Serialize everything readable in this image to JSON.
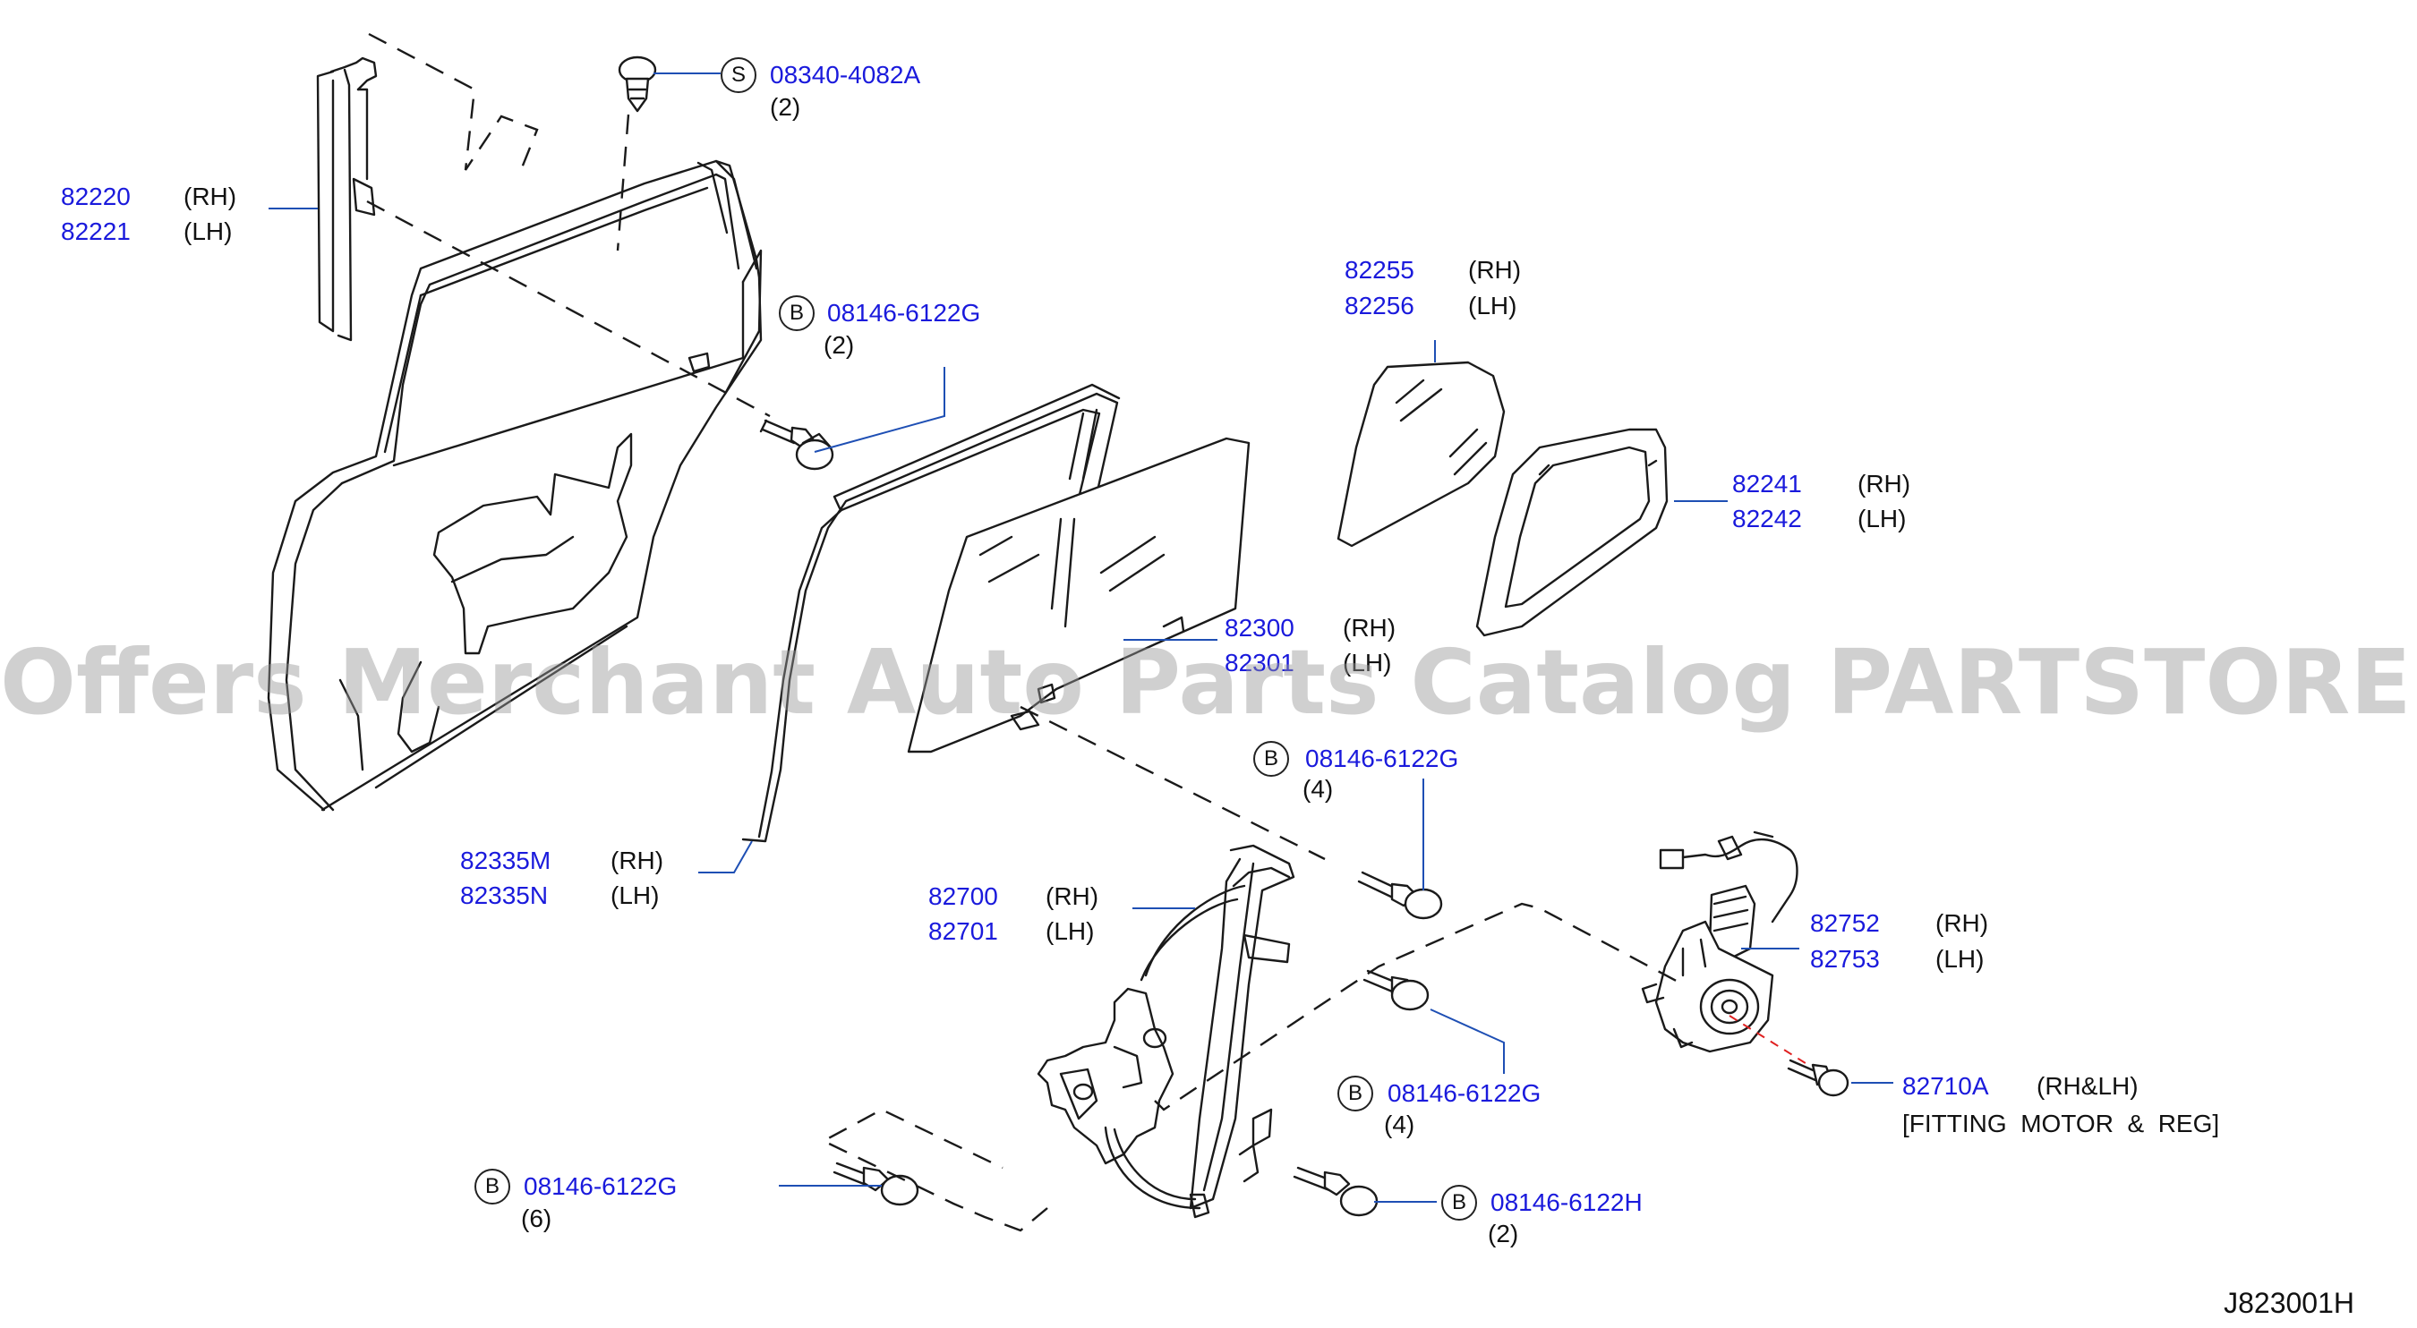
{
  "parts": {
    "p08340": {
      "code": "S",
      "number": "08340-4082A",
      "qty": "(2)"
    },
    "p82220": {
      "rh": "82220",
      "rh_side": "(RH)",
      "lh": "82221",
      "lh_side": "(LH)"
    },
    "p08146a": {
      "code": "B",
      "number": "08146-6122G",
      "qty": "(2)"
    },
    "p82255": {
      "rh": "82255",
      "rh_side": "(RH)",
      "lh": "82256",
      "lh_side": "(LH)"
    },
    "p82241": {
      "rh": "82241",
      "rh_side": "(RH)",
      "lh": "82242",
      "lh_side": "(LH)"
    },
    "p82300": {
      "rh": "82300",
      "rh_side": "(RH)",
      "lh": "82301",
      "lh_side": "(LH)"
    },
    "p08146b": {
      "code": "B",
      "number": "08146-6122G",
      "qty": "(4)"
    },
    "p82335": {
      "rh": "82335M",
      "rh_side": "(RH)",
      "lh": "82335N",
      "lh_side": "(LH)"
    },
    "p82700": {
      "rh": "82700",
      "rh_side": "(RH)",
      "lh": "82701",
      "lh_side": "(LH)"
    },
    "p82752": {
      "rh": "82752",
      "rh_side": "(RH)",
      "lh": "82753",
      "lh_side": "(LH)"
    },
    "p08146c": {
      "code": "B",
      "number": "08146-6122G",
      "qty": "(4)"
    },
    "p82710": {
      "number": "82710A",
      "side": "(RH&LH)",
      "note": "[FITTING  MOTOR  &  REG]"
    },
    "p08146d": {
      "code": "B",
      "number": "08146-6122G",
      "qty": "(6)"
    },
    "p08146h": {
      "code": "B",
      "number": "08146-6122H",
      "qty": "(2)"
    }
  },
  "watermark": "Offers Merchant Auto Parts Catalog PARTSTORE.SA",
  "diagram_code": "J823001H",
  "colors": {
    "part_number": "#1a1adc",
    "leader": "#1e4fb4",
    "line": "#1a1a1a",
    "hint": "#e02020"
  }
}
